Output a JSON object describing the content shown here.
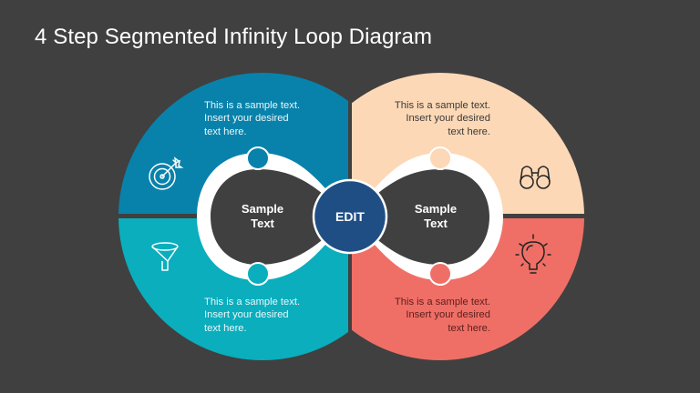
{
  "title": "4 Step Segmented Infinity Loop Diagram",
  "colors": {
    "background": "#404040",
    "segment_top_left": "#0882ab",
    "segment_bottom_left": "#0aaebd",
    "segment_top_right": "#fcd8b6",
    "segment_bottom_right": "#ef6f66",
    "center_badge": "#1f4e85",
    "loop_ring": "#ffffff",
    "loop_inner": "#404040"
  },
  "center": {
    "label": "EDIT"
  },
  "loops": [
    {
      "label_line1": "Sample",
      "label_line2": "Text"
    },
    {
      "label_line1": "Sample",
      "label_line2": "Text"
    }
  ],
  "segments": [
    {
      "position": "top-left",
      "icon": "target-icon",
      "text": [
        "This is a sample text.",
        "Insert your desired",
        "text here."
      ]
    },
    {
      "position": "bottom-left",
      "icon": "funnel-icon",
      "text": [
        "This is a sample text.",
        "Insert your desired",
        "text here."
      ]
    },
    {
      "position": "top-right",
      "icon": "binoculars-icon",
      "text": [
        "This is a sample text.",
        "Insert your desired",
        "text here."
      ]
    },
    {
      "position": "bottom-right",
      "icon": "lightbulb-icon",
      "text": [
        "This is a sample text.",
        "Insert your desired",
        "text here."
      ]
    }
  ]
}
